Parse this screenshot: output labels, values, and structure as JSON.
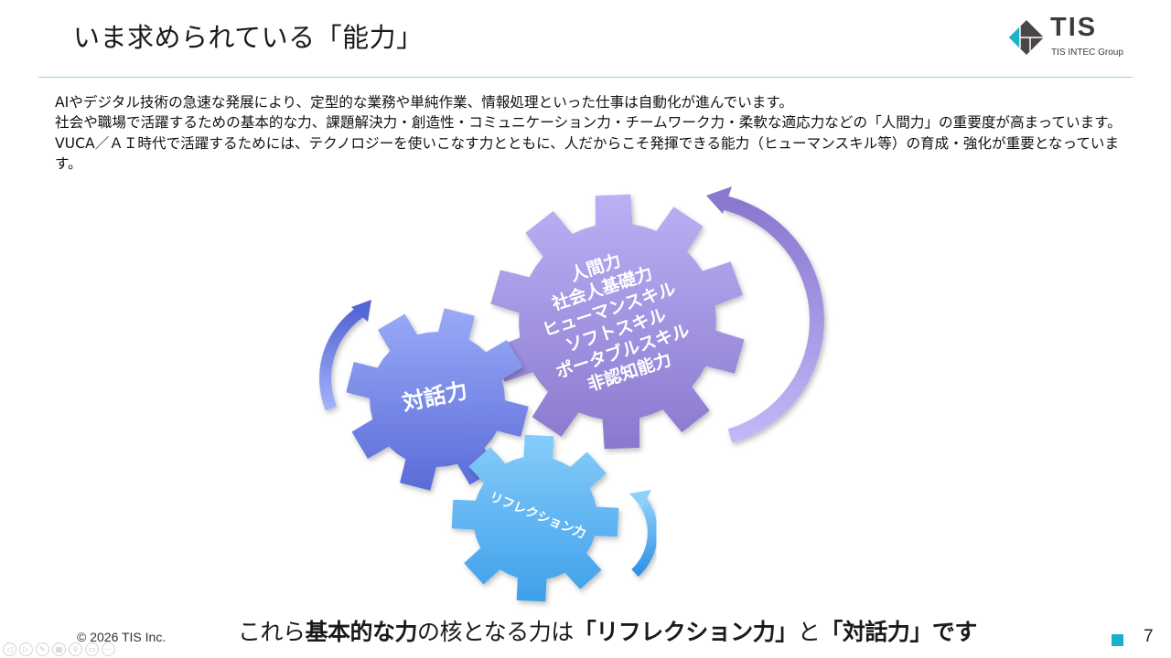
{
  "slide": {
    "title": "いま求められている「能力」",
    "logo": {
      "brand": "TIS",
      "sub": "TIS INTEC Group"
    },
    "intro": [
      "AIやデジタル技術の急速な発展により、定型的な業務や単純作業、情報処理といった仕事は自動化が進んでいます。",
      "社会や職場で活躍するための基本的な力、課題解決力・創造性・コミュニケーション力・チームワーク力・柔軟な適応力などの「人間力」の重要度が高まっています。VUCA／ＡＩ時代で活躍するためには、テクノロジーを使いこなす力とともに、人だからこそ発揮できる能力（ヒューマンスキル等）の育成・強化が重要となっています。"
    ],
    "gears": {
      "large": {
        "lines": [
          "人間力",
          "社会人基礎力",
          "ヒューマンスキル",
          "ソフトスキル",
          "ポータブルスキル",
          "非認知能力"
        ],
        "color_top": "#bcb0f4",
        "color_bottom": "#8a78cf"
      },
      "medium": {
        "label": "対話力",
        "color_top": "#9aaaf7",
        "color_bottom": "#5a6bd8"
      },
      "small": {
        "label": "リフレクション力",
        "color_top": "#86ccfa",
        "color_bottom": "#3ea0ea"
      }
    },
    "tagline": {
      "part1": "これら",
      "part2_bold": "基本的な力",
      "part3": "の核となる力は",
      "part4_bold": "「リフレクション力」",
      "part5": "と",
      "part6_bold": "「対話力」です"
    },
    "footer": {
      "copyright": "© 2026 TIS Inc.",
      "page_number": "7",
      "accent_color": "#17b1c9"
    },
    "slide_controls": [
      {
        "name": "previous-slide",
        "glyph": "◁"
      },
      {
        "name": "next-slide",
        "glyph": "▷"
      },
      {
        "name": "pen-tool",
        "glyph": "✎"
      },
      {
        "name": "all-slides",
        "glyph": "▦"
      },
      {
        "name": "zoom",
        "glyph": "⚲"
      },
      {
        "name": "subtitles",
        "glyph": "▭"
      },
      {
        "name": "more-options",
        "glyph": "⋯"
      }
    ]
  }
}
